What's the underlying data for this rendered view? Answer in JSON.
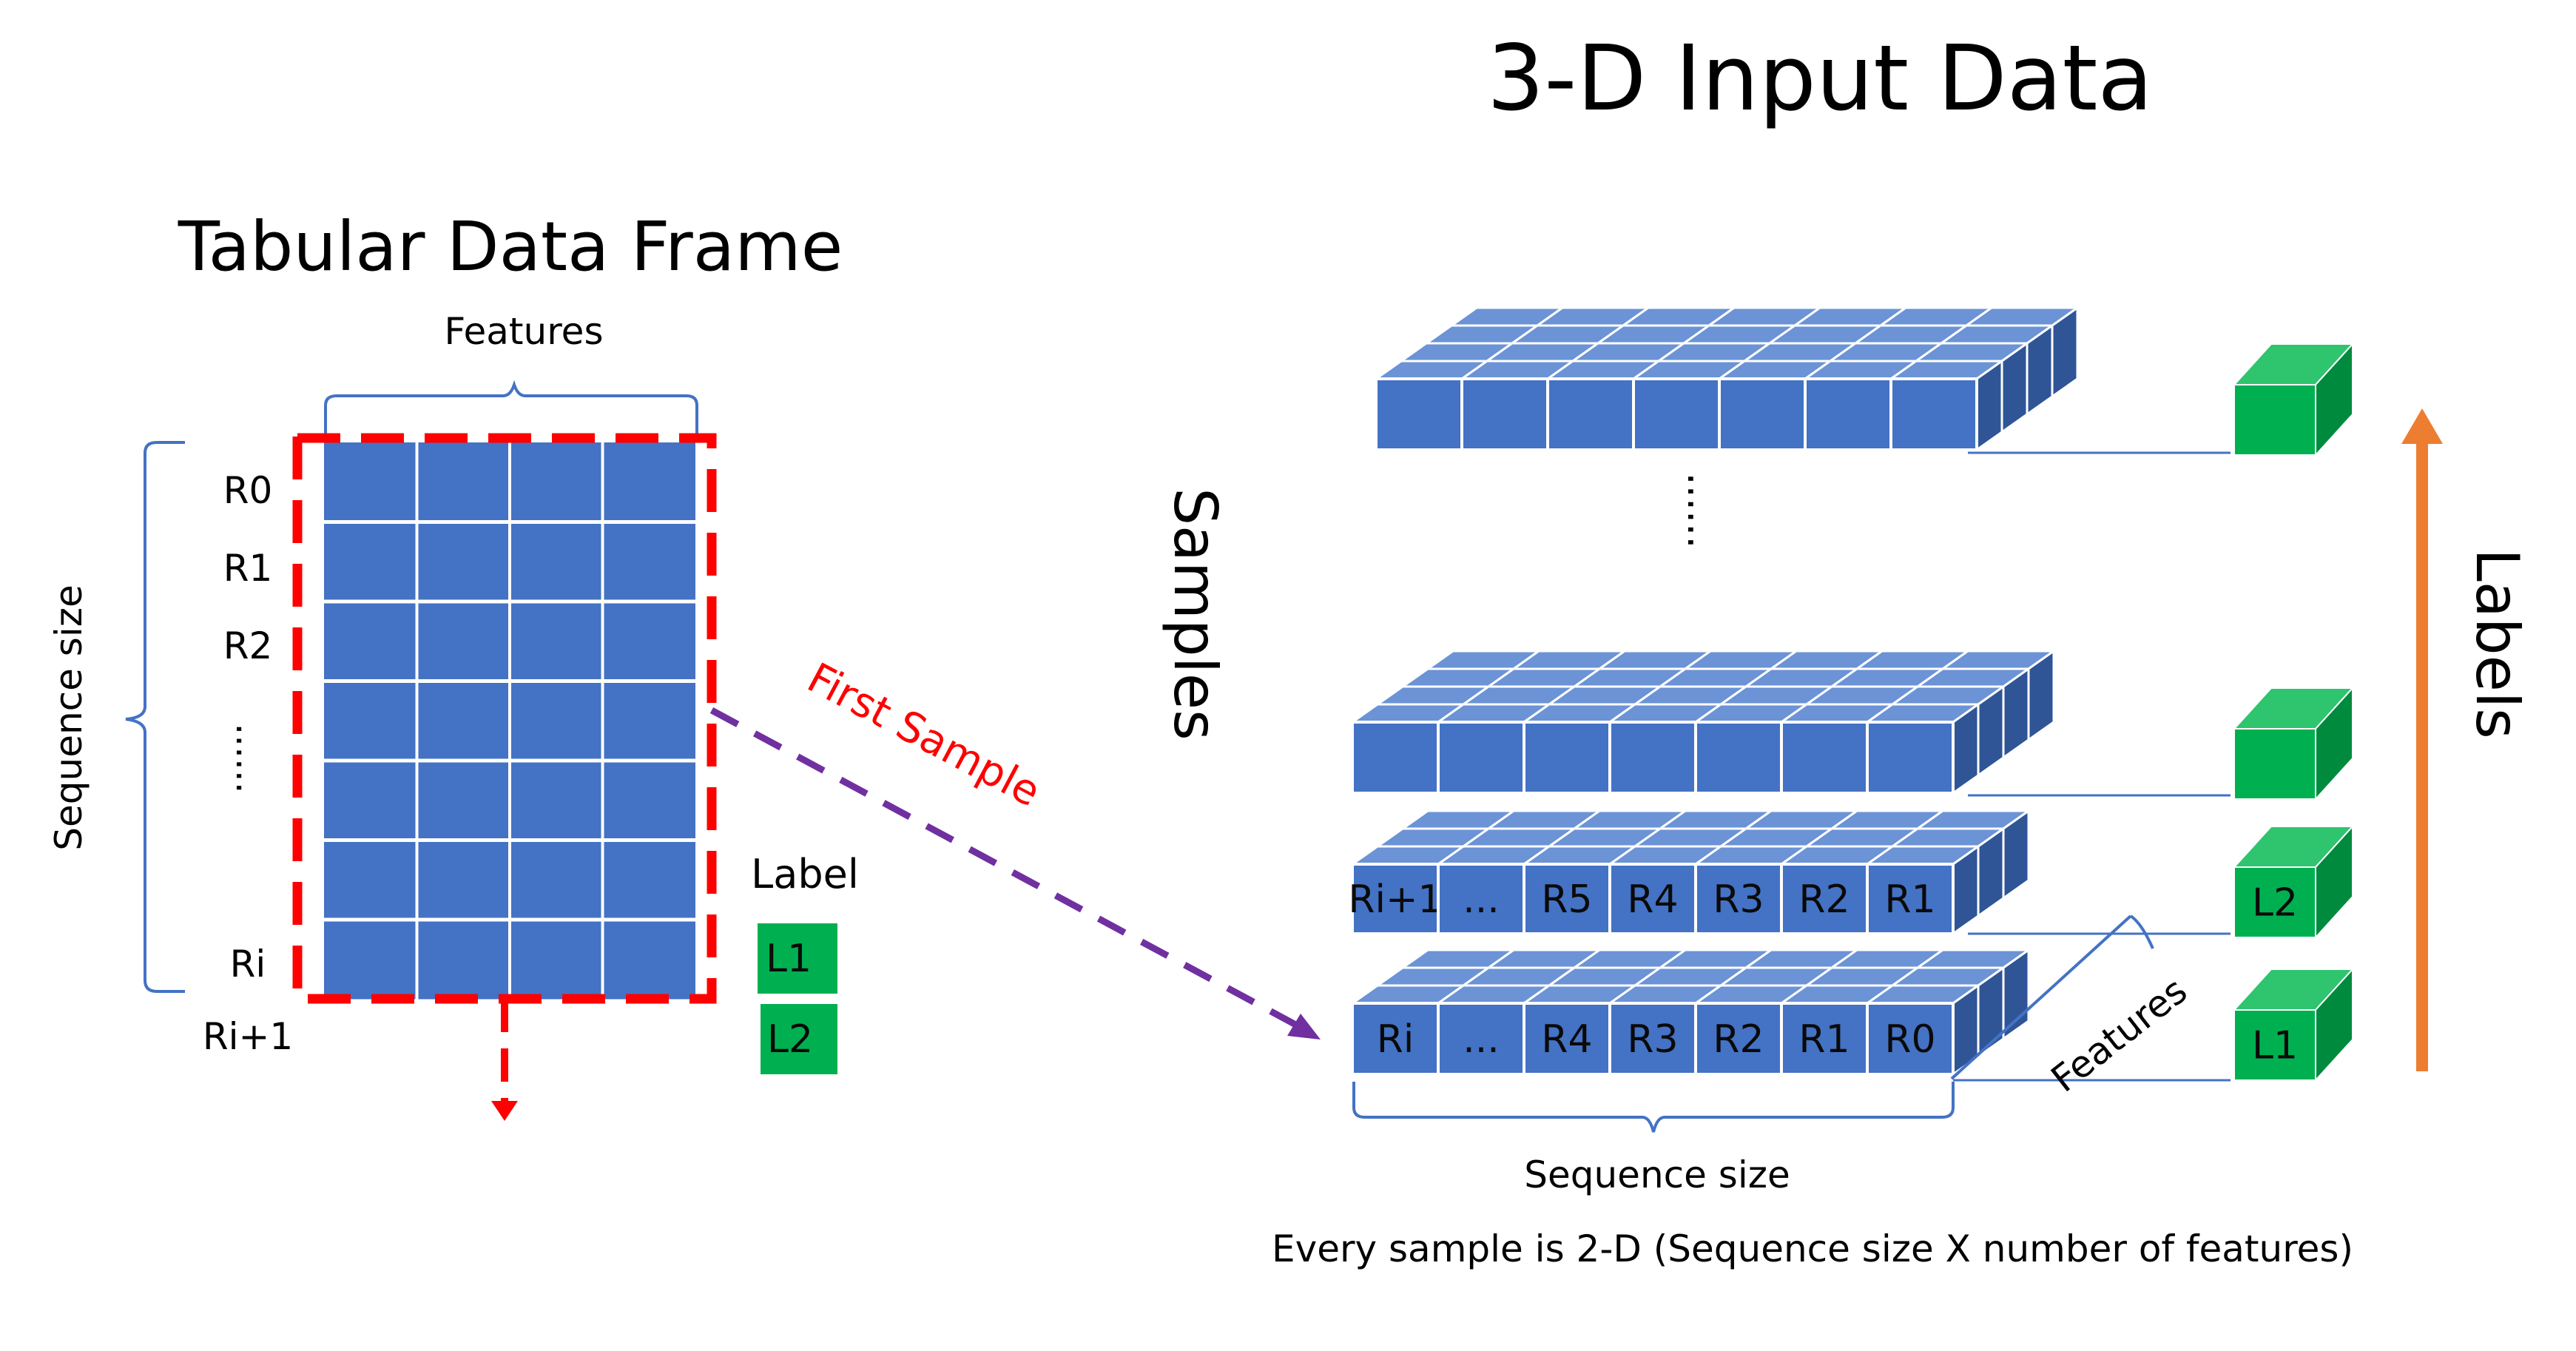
{
  "title": "3-D Input Data",
  "table": {
    "title": "Tabular Data Frame",
    "features_label": "Features",
    "sequence_label": "Sequence size",
    "row_labels": [
      "R0",
      "R1",
      "R2",
      "......",
      "",
      "Ri",
      "Ri+1"
    ],
    "label_header": "Label",
    "labels": [
      "L1",
      "L2"
    ]
  },
  "arrow_label": "First Sample",
  "cube": {
    "samples_label": "Samples",
    "ellipsis": "......",
    "labels_axis": "Labels",
    "features_label": "Features",
    "sequence_label": "Sequence size",
    "caption": "Every sample is 2-D (Sequence size X number of features)",
    "layer1_cells": [
      "Ri",
      "...",
      "R4",
      "R3",
      "R2",
      "R1",
      "R0"
    ],
    "layer2_cells": [
      "Ri+1",
      "...",
      "R5",
      "R4",
      "R3",
      "R2",
      "R1"
    ],
    "label_cubes": [
      "L1",
      "L2"
    ]
  },
  "colors": {
    "cell_front": "#4472c4",
    "cell_top": "#6b93d6",
    "cell_side": "#2f5597",
    "green_front": "#00b050",
    "green_top": "#2fc46e",
    "green_side": "#008a3e",
    "dash_red": "#ff0000",
    "dash_purple": "#7030a0",
    "arrow_orange": "#ed7d31",
    "brace_blue": "#4472c4"
  }
}
